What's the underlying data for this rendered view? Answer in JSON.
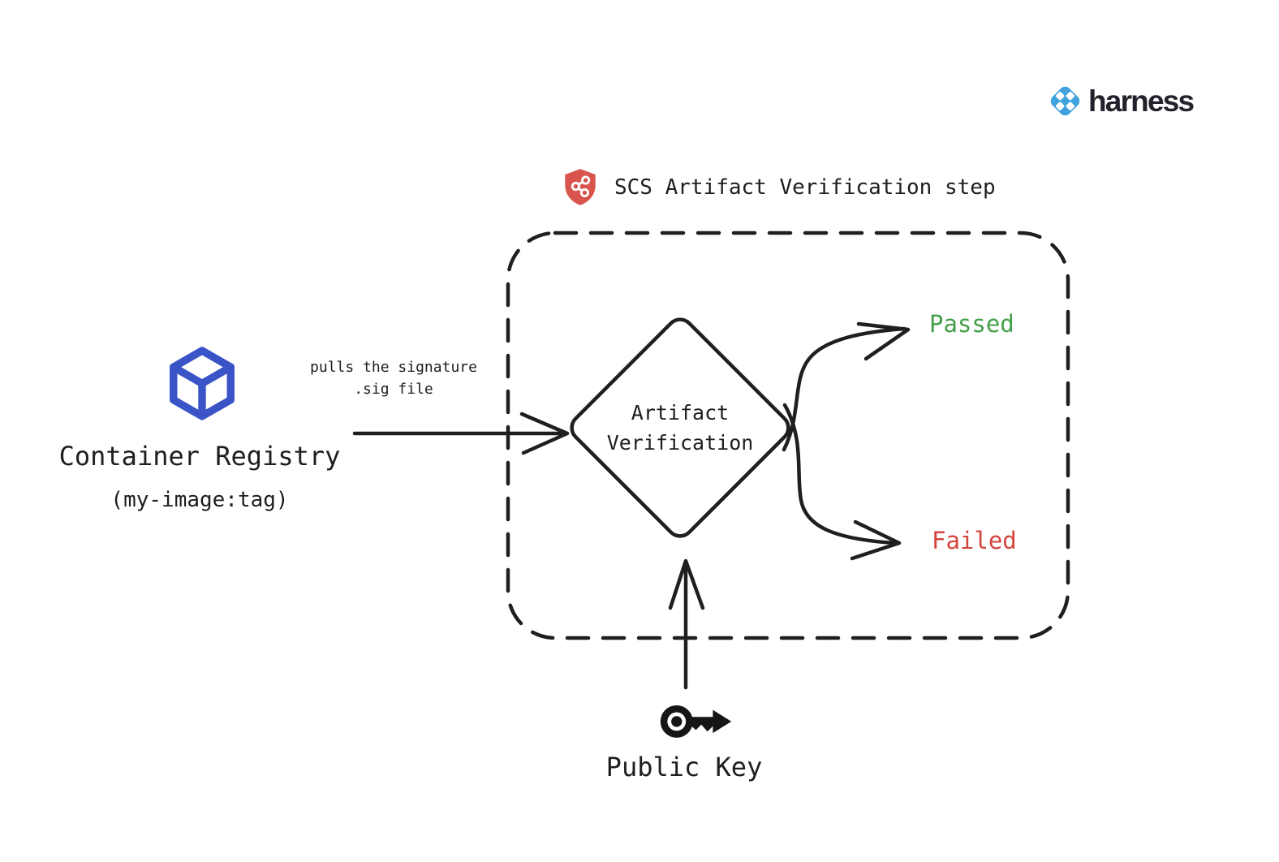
{
  "logo": {
    "brand": "harness",
    "icon": "harness-diamond-icon",
    "color": "#3fa2dc"
  },
  "header": {
    "icon": "shield-network-icon",
    "icon_color": "#d9544d",
    "title": "SCS Artifact Verification step"
  },
  "verification_box": {
    "style": "dashed-rounded-rectangle",
    "decision_node": {
      "shape": "diamond",
      "label": "Artifact\nVerification"
    },
    "outcomes": [
      {
        "label": "Passed",
        "color": "#43a047"
      },
      {
        "label": "Failed",
        "color": "#d4443c"
      }
    ]
  },
  "container_registry": {
    "icon": "cube-icon",
    "icon_color": "#3a54c8",
    "label": "Container Registry",
    "sublabel": "(my-image:tag)"
  },
  "public_key": {
    "icon": "key-icon",
    "label": "Public Key"
  },
  "edges": [
    {
      "from": "container-registry",
      "to": "artifact-verification",
      "label": "pulls the signature\n.sig file"
    },
    {
      "from": "artifact-verification",
      "to": "passed-outcome",
      "label": ""
    },
    {
      "from": "artifact-verification",
      "to": "failed-outcome",
      "label": ""
    },
    {
      "from": "public-key",
      "to": "artifact-verification",
      "label": ""
    }
  ],
  "colors": {
    "stroke": "#1f1f1f",
    "background": "#ffffff",
    "registry_blue": "#3a54c8",
    "harness_blue": "#3fa2dc",
    "shield_red": "#d9544d",
    "passed_green": "#43a047",
    "failed_red": "#d4443c"
  }
}
